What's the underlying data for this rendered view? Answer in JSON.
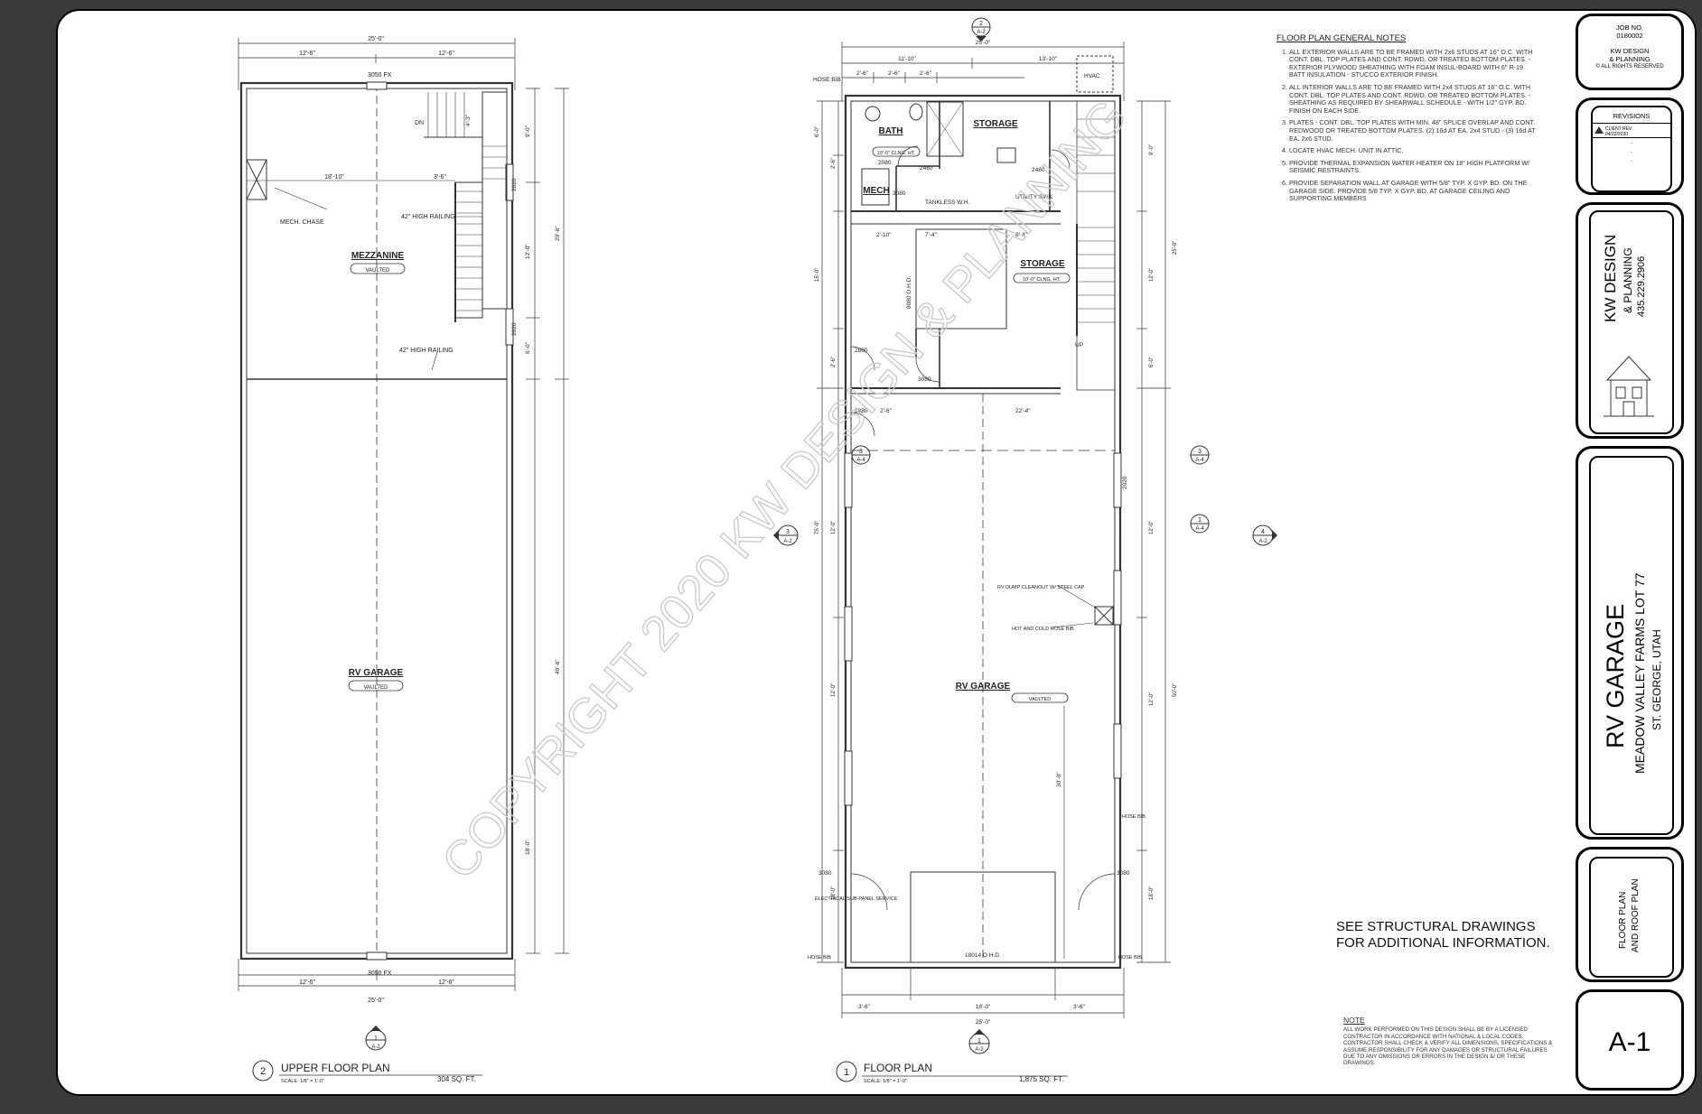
{
  "watermark": "COPYRIGHT 2020 KW DESIGN & PLANNING",
  "upper_plan": {
    "title": "UPPER FLOOR PLAN",
    "number": "2",
    "scale": "SCALE: 1/8\" = 1'-0\"",
    "area": "304 SQ. FT.",
    "overall_width": "25'-0\"",
    "width_left": "12'-6\"",
    "width_right": "12'-6\"",
    "dim_18_10": "18'-10\"",
    "dim_3_6": "3'-6\"",
    "window_top": "3050 FX",
    "window_bottom": "3050 FX",
    "dn_label": "DN",
    "mech_chase": "MECH. CHASE",
    "railing_1": "42\" HIGH RAILING",
    "railing_2": "42\" HIGH RAILING",
    "mezzanine_label": "MEZZANINE",
    "mezzanine_tag": "VAULTED",
    "rv_label": "RV GARAGE",
    "rv_tag": "VAULTED",
    "right_dims": [
      "9'-0\"",
      "20'-6\"",
      "12'-0\"",
      "6'-0\"",
      "49'-6\"",
      "18'-0\""
    ],
    "right_windows": [
      "2020",
      "2020"
    ],
    "stair_dim": "4'-3\"",
    "section_marker": {
      "num": "1",
      "sheet": "A-2"
    }
  },
  "floor_plan": {
    "title": "FLOOR PLAN",
    "number": "1",
    "scale": "SCALE: 1/8\" = 1'-0\"",
    "area": "1,875 SQ. FT.",
    "overall_width": "25'-0\"",
    "dim_11_10": "11'-10\"",
    "dim_13_10": "13'-10\"",
    "dim_2_6a": "2'-6\"",
    "dim_2_6b": "2'-6\"",
    "dim_2_6c": "2'-6\"",
    "hvac": "HVAC",
    "hose_bib": "HOSE BIB",
    "bath": "BATH",
    "bath_clng": "10'-0\" CLNG. HT.",
    "door_2080": "2080",
    "door_2480a": "2480",
    "door_2480b": "2480",
    "storage_top": "STORAGE",
    "mech": "MECH",
    "door_3080": "3080",
    "tankless": "TANKLESS W.H.",
    "utility_sink": "UTILITY SINK",
    "dim_2_10": "2'-10\"",
    "dim_7_4": "7'-4\"",
    "dim_8_4": "8'-4\"",
    "storage_mid": "STORAGE",
    "storage_clng": "10'-0\" CLNG. HT.",
    "ohd_8080": "8080 O.H.D.",
    "door_2880a": "2880",
    "door_3080b": "3080",
    "door_2880b": "2880",
    "dim_2_6d": "2'-6\"",
    "dim_22_4": "22'-4\"",
    "up_label": "UP",
    "rv_label": "RV GARAGE",
    "rv_tag": "VAULTED",
    "rv_dump": "RV DUMP CLEANOUT W/ STEEL CAP",
    "hot_cold": "HOT AND COLD HOSE BIB",
    "hose_bib_r": "HOSE BIB",
    "hose_bib_bl": "HOSE BIB",
    "hose_bib_br": "HOSE BIB",
    "electrical": "ELECTRICAL SUB-PANEL SERVICE",
    "door_3080l": "3080",
    "door_3080r": "3080",
    "ohd_18014": "18014 O.H.D.",
    "dim_30_0": "30'-0\"",
    "bottom_dim_l": "3'-6\"",
    "bottom_dim_m": "18'-0\"",
    "bottom_dim_r": "3'-6\"",
    "bottom_overall": "25'-0\"",
    "window_2020": "2020",
    "left_dims": [
      "6'-0\"",
      "2'-6\"",
      "15'-0\"",
      "2'-6\"",
      "75'-0\"",
      "12'-0\"",
      "12'-0\"",
      "18'-0\""
    ],
    "right_dims": [
      "9'-0\"",
      "25'-0\"",
      "12'-0\"",
      "6'-0\"",
      "12'-0\"",
      "50'-0\"",
      "12'-0\"",
      "18'-0\""
    ],
    "markers": [
      {
        "num": "2",
        "sheet": "A-2"
      },
      {
        "num": "3",
        "sheet": "A-2"
      },
      {
        "num": "4",
        "sheet": "A-2"
      },
      {
        "num": "3",
        "sheet": "A-4"
      },
      {
        "num": "3",
        "sheet": "A-4"
      },
      {
        "num": "1",
        "sheet": "A-4"
      },
      {
        "num": "1",
        "sheet": "A-2"
      }
    ]
  },
  "notes": {
    "heading": "FLOOR PLAN GENERAL NOTES",
    "items": [
      "ALL EXTERIOR WALLS ARE TO BE FRAMED WITH 2x6 STUDS AT 16\" O.C. WITH CONT. DBL. TOP PLATES AND CONT. RDWD. OR TREATED BOTTOM PLATES. - EXTERIOR PLYWOOD SHEATHING WITH FOAM INSUL-BOARD WITH 6\" R-19 BATT INSULATION - STUCCO EXTERIOR FINISH.",
      "ALL INTERIOR WALLS ARE TO BE FRAMED WITH 2x4 STUDS AT 16\" O.C. WITH CONT. DBL. TOP PLATES AND CONT. RDWD. OR TREATED BOTTOM PLATES. - SHEATHING AS REQUIRED BY SHEARWALL SCHEDULE - WITH 1/2\" GYP. BD. FINISH ON EACH SIDE.",
      "PLATES - CONT. DBL. TOP PLATES WITH MIN. 48\" SPLICE OVERLAP AND CONT. REDWOOD OR TREATED BOTTOM PLATES. (2) 16d AT EA. 2x4 STUD - (3) 16d AT EA. 2x6 STUD.",
      "LOCATE HVAC MECH. UNIT IN ATTIC.",
      "PROVIDE THERMAL EXPANSION WATER HEATER ON 18\" HIGH PLATFORM W/ SEISMIC RESTRAINTS.",
      "PROVIDE SEPARATION WALL AT GARAGE WITH 5/8\" TYP. X GYP. BD. ON THE GARAGE SIDE. PROVIDE 5/8 TYP. X GYP. BD. AT GARAGE CEILING AND SUPPORTING MEMBERS"
    ]
  },
  "see_structural": [
    "SEE STRUCTURAL DRAWINGS",
    "FOR ADDITIONAL INFORMATION."
  ],
  "note": {
    "heading": "NOTE",
    "text": "ALL WORK PERFORMED ON THIS DESIGN SHALL BE BY A LICENSED CONTRACTOR IN ACCORDANCE WITH NATIONAL & LOCAL CODES. CONTRACTOR SHALL CHECK & VERIFY ALL DIMENSIONS, SPECIFICATIONS & ASSUME RESPONSIBILITY FOR ANY DAMAGES OR STRUCTURAL FAILURES DUE TO ANY OMISSIONS OR ERRORS IN THE DESIGN &/ OR THESE DRAWINGS."
  },
  "title_block": {
    "job_no_label": "JOB NO.",
    "job_no": "0180002",
    "firm_small_1": "KW DESIGN",
    "firm_small_2": "& PLANNING",
    "rights": "© ALL RIGHTS RESERVED",
    "revisions_label": "REVISIONS",
    "revision_1": "CLIENT REV.",
    "revision_1_date": "04/22/2020",
    "revision_blanks": [
      ".",
      ".",
      "."
    ],
    "firm_name": "KW DESIGN",
    "firm_sub": "& PLANNING",
    "firm_phone": "435.229.2906",
    "project_title": "RV GARAGE",
    "project_sub": "MEADOW VALLEY FARMS LOT 77",
    "project_city": "ST. GEORGE, UTAH",
    "sheet_desc_1": "FLOOR PLAN",
    "sheet_desc_2": "AND ROOF PLAN",
    "sheet_number": "A-1"
  }
}
